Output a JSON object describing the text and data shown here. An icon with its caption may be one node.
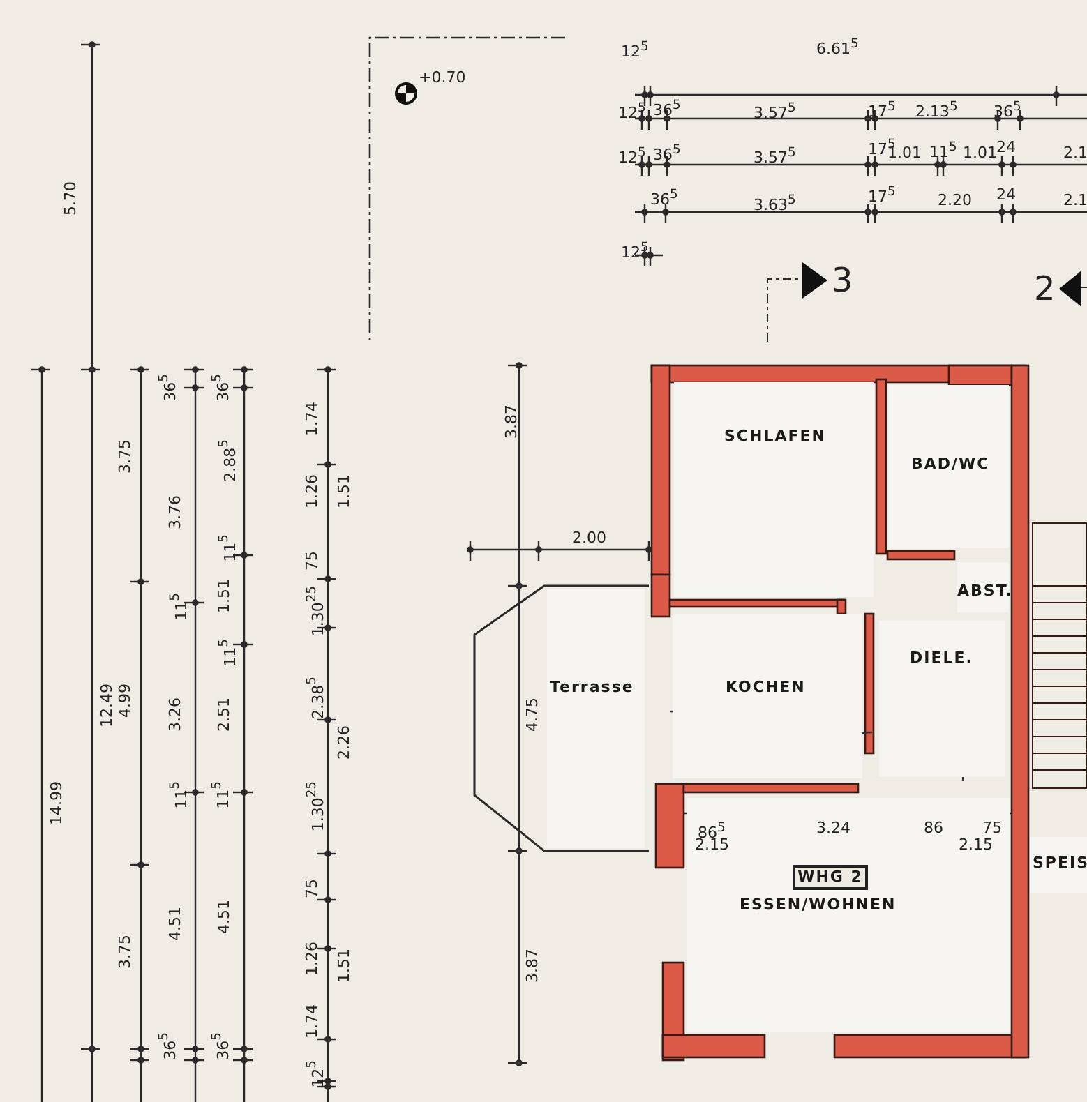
{
  "diagram": {
    "nodes": [
      {
        "text": [
          "SCHLAFEN"
        ]
      },
      {
        "text": [
          "BAD/WC"
        ]
      },
      {
        "text": [
          "ABST."
        ]
      },
      {
        "text": [
          "DIELE."
        ]
      },
      {
        "text": [
          "KOCHEN"
        ]
      },
      {
        "text": [
          "Terrasse"
        ]
      },
      {
        "text": [
          "ESSEN/WOHNEN"
        ]
      },
      {
        "text": [
          "WHG 2"
        ],
        "in": 6
      },
      {
        "text": [
          "SPEIS"
        ]
      }
    ],
    "labels": [
      "12$^{5}$",
      "6.61$^{5}$",
      "12$^{5}$",
      "36$^{5}$",
      "3.57$^{5}$",
      "17$^{5}$",
      "2.13$^{5}$",
      "36$^{5}$",
      "12$^{5}$",
      "36$^{5}$",
      "3.57$^{5}$",
      "17$^{5}$",
      "1.01",
      "11$^{5}$",
      "1.01",
      "24",
      "2.1",
      "36$^{5}$",
      "3.63$^{5}$",
      "17$^{5}$",
      "2.20",
      "24",
      "2.1",
      "12$^{5}$",
      "+0.70",
      "3",
      "2",
      "5.70",
      "14.99",
      "12.49",
      "3.75",
      "4.99",
      "3.75",
      "36$^{5}$",
      "3.76",
      "11$^{5}$",
      "3.26",
      "11$^{5}$",
      "4.51",
      "36$^{5}$",
      "36$^{5}$",
      "2.88$^{5}$",
      "11$^{5}$",
      "1.51",
      "11$^{5}$",
      "2.51",
      "11$^{5}$",
      "4.51",
      "36$^{5}$",
      "1.74",
      "1.26",
      "1.51",
      "75",
      "1.30$^{25}$",
      "2.38$^{5}$",
      "2.26",
      "1.30$^{25}$",
      "75",
      "1.26",
      "1.51",
      "1.74",
      "12$^{5}$",
      "3.87",
      "4.75",
      "3.87",
      "2.00",
      "86$^{5}$",
      "3.24",
      "86",
      "2.15",
      "2.15",
      "75"
    ]
  }
}
